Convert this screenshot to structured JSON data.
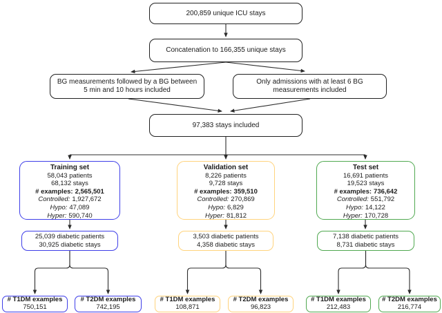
{
  "flow": {
    "icu_stays": "200,859 unique ICU stays",
    "concatenation": "Concatenation to 166,355 unique stays",
    "bg_measurements": "BG measurements followed by a BG between 5 min and 10 hours included",
    "admissions": "Only admissions with at least 6 BG measurements included",
    "stays_included": "97,383 stays included"
  },
  "colors": {
    "training": "#3d3de8",
    "validation": "#ffd37c",
    "test": "#4fa84f",
    "arrow": "#2b2b2b"
  },
  "sets": [
    {
      "title": "Training set",
      "patients": "58,043 patients",
      "stays": "68,132 stays",
      "examples_label": "# examples:",
      "examples_value": "2,565,501",
      "controlled_label": "Controlled:",
      "controlled_value": "1,927,672",
      "hypo_label": "Hypo:",
      "hypo_value": "47,089",
      "hyper_label": "Hyper:",
      "hyper_value": "590,740",
      "diabetic_patients": "25,039 diabetic patients",
      "diabetic_stays": "30,925 diabetic stays",
      "t1dm_label": "# T1DM examples",
      "t1dm_value": "750,151",
      "t2dm_label": "# T2DM examples",
      "t2dm_value": "742,195"
    },
    {
      "title": "Validation set",
      "patients": "8,226 patients",
      "stays": "9,728 stays",
      "examples_label": "# examples:",
      "examples_value": "359,510",
      "controlled_label": "Controlled:",
      "controlled_value": "270,869",
      "hypo_label": "Hypo:",
      "hypo_value": "6,829",
      "hyper_label": "Hyper:",
      "hyper_value": "81,812",
      "diabetic_patients": "3,503 diabetic patients",
      "diabetic_stays": "4,358 diabetic stays",
      "t1dm_label": "# T1DM examples",
      "t1dm_value": "108,871",
      "t2dm_label": "# T2DM examples",
      "t2dm_value": "96,823"
    },
    {
      "title": "Test set",
      "patients": "16,691 patients",
      "stays": "19,523 stays",
      "examples_label": "# examples:",
      "examples_value": "736,642",
      "controlled_label": "Controlled:",
      "controlled_value": "551,792",
      "hypo_label": "Hypo:",
      "hypo_value": "14,122",
      "hyper_label": "Hyper:",
      "hyper_value": "170,728",
      "diabetic_patients": "7,138 diabetic patients",
      "diabetic_stays": "8,731 diabetic stays",
      "t1dm_label": "# T1DM examples",
      "t1dm_value": "212,483",
      "t2dm_label": "# T2DM examples",
      "t2dm_value": "216,774"
    }
  ]
}
